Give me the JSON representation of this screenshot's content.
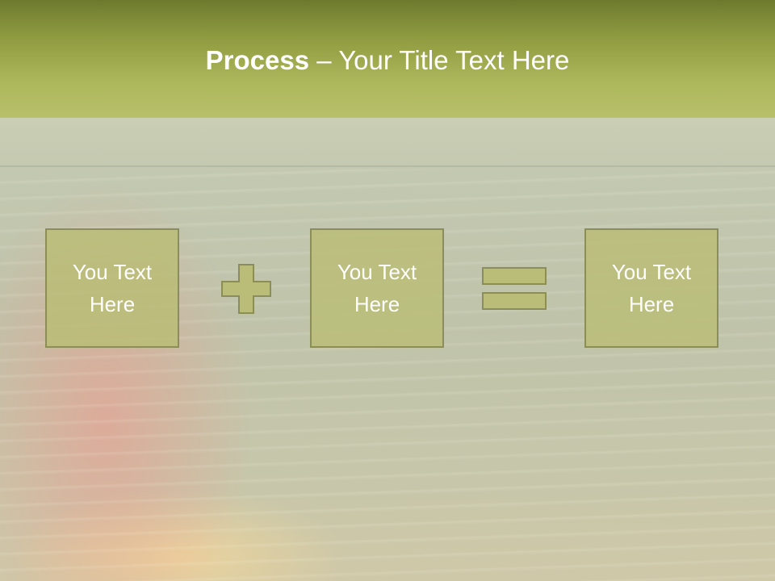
{
  "slide": {
    "title_bold": "Process",
    "title_rest": " – Your Title Text Here",
    "boxes": [
      {
        "line1": "You Text",
        "line2": "Here"
      },
      {
        "line1": "You Text",
        "line2": "Here"
      },
      {
        "line1": "You Text",
        "line2": "Here"
      }
    ],
    "operators": [
      "plus-icon",
      "equals-icon"
    ]
  },
  "colors": {
    "header": "#a5b052",
    "box_fill": "#b9bd78",
    "box_border": "#8c8e5a",
    "text": "#ffffff"
  }
}
